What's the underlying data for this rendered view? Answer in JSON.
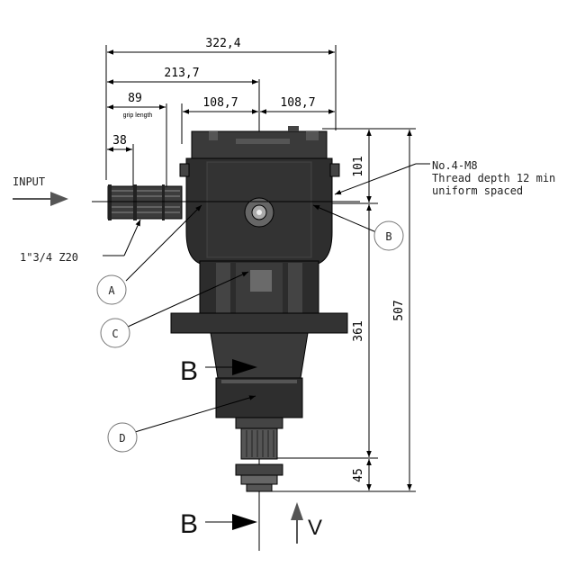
{
  "dims": {
    "overall_width": "322,4",
    "half_width": "213,7",
    "grip": "89",
    "grip_note": "grip length",
    "left_half": "108,7",
    "right_half": "108,7",
    "shaft_len": "38",
    "upper_height": "101",
    "mid_height": "361",
    "total_height": "507",
    "bottom_height": "45"
  },
  "labels": {
    "input": "INPUT",
    "spline": "1\"3/4 Z20",
    "holes_line1": "No.4-M8",
    "holes_line2": "Thread depth 12 min",
    "holes_line3": "uniform spaced",
    "callout_a": "A",
    "callout_b": "B",
    "callout_c": "C",
    "callout_d": "D",
    "section_b1": "B",
    "section_b2": "B",
    "view_v": "V"
  },
  "colors": {
    "body": "#2e2e2e",
    "line": "#000000",
    "arrow": "#555555"
  }
}
